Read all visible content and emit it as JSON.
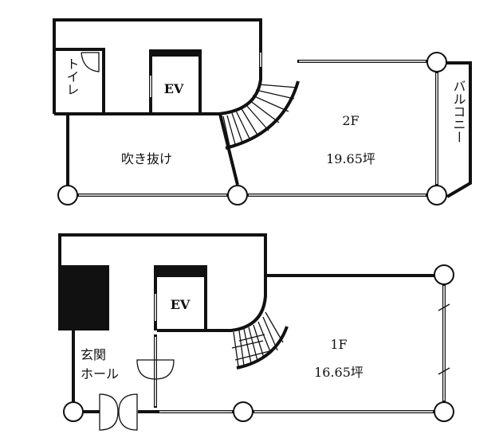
{
  "floor_2": {
    "title": "2F",
    "area": "19.65坪",
    "rooms": {
      "toilet": "トイレ",
      "elevator": "EV",
      "void": "吹き抜け",
      "balcony": "バルコニー"
    }
  },
  "floor_1": {
    "title": "1F",
    "area": "16.65坪",
    "rooms": {
      "elevator": "EV",
      "entrance_hall_line1": "玄関",
      "entrance_hall_line2": "ホール"
    }
  }
}
